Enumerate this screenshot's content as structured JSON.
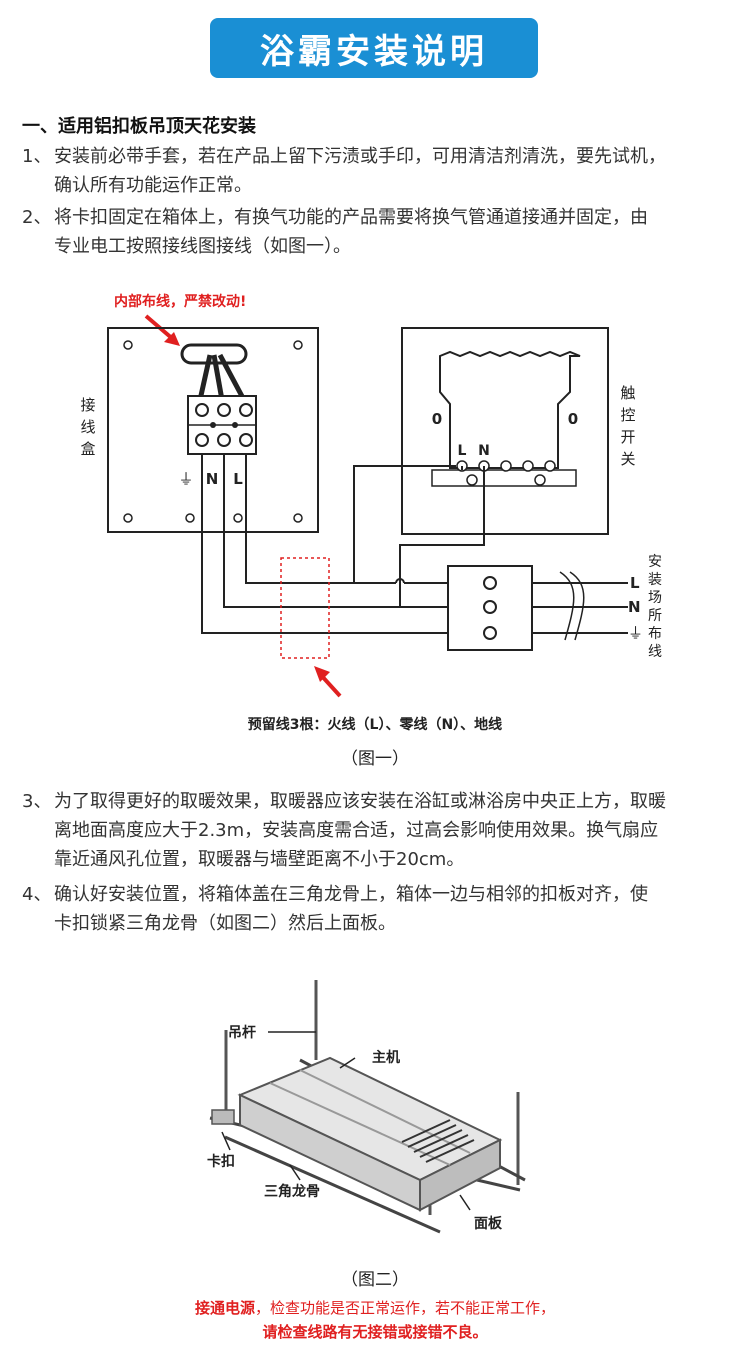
{
  "title": "浴霸安装说明",
  "section1": {
    "heading": "一、适用铝扣板吊顶天花安装"
  },
  "steps": [
    {
      "num": "1、",
      "line1": "安装前必带手套，若在产品上留下污渍或手印，可用清洁剂清洗，要先试机，",
      "line2": "确认所有功能运作正常。"
    },
    {
      "num": "2、",
      "line1": "将卡扣固定在箱体上，有换气功能的产品需要将换气管通道接通并固定，由",
      "line2": "专业电工按照接线图接线（如图一）。"
    },
    {
      "num": "3、",
      "line1": "为了取得更好的取暖效果，取暖器应该安装在浴缸或淋浴房中央正上方，取暖",
      "line2": "离地面高度应大于2.3m，安装高度需合适，过高会影响使用效果。换气扇应",
      "line3": "靠近通风孔位置，取暖器与墙壁距离不小于20cm。"
    },
    {
      "num": "4、",
      "line1": "确认好安装位置，将箱体盖在三角龙骨上，箱体一边与相邻的扣板对齐，使",
      "line2": "卡扣锁紧三角龙骨（如图二）然后上面板。"
    }
  ],
  "figure1": {
    "warning": "内部布线，严禁改动!",
    "junction_box_label": [
      "接",
      "线",
      "盒"
    ],
    "touch_switch_label": [
      "触",
      "控",
      "开",
      "关"
    ],
    "site_wire_label": [
      "安",
      "装",
      "场",
      "所",
      "布",
      "线"
    ],
    "terminal_labels": {
      "ground": "⏚",
      "n": "N",
      "l": "L"
    },
    "switch_terminals": {
      "l": "L",
      "n": "N",
      "zero_left": "0",
      "zero_right": "0"
    },
    "site_terminals": {
      "l": "L",
      "n": "N",
      "ground": "⏚"
    },
    "reserve_note": "预留线3根：火线（L）、零线（N）、地线",
    "caption": "（图一）"
  },
  "figure2": {
    "labels": {
      "rod": "吊杆",
      "host": "主机",
      "clip": "卡扣",
      "keel": "三角龙骨",
      "panel": "面板"
    },
    "caption": "（图二）"
  },
  "footer": {
    "bold1": "接通电源",
    "text1": "，检查功能是否正常运作，若不能正常工作，",
    "bold2": "请检查线路有无接错或接错不良。"
  },
  "colors": {
    "banner": "#1a8fd4",
    "warning": "#e02020",
    "line": "#222222"
  }
}
